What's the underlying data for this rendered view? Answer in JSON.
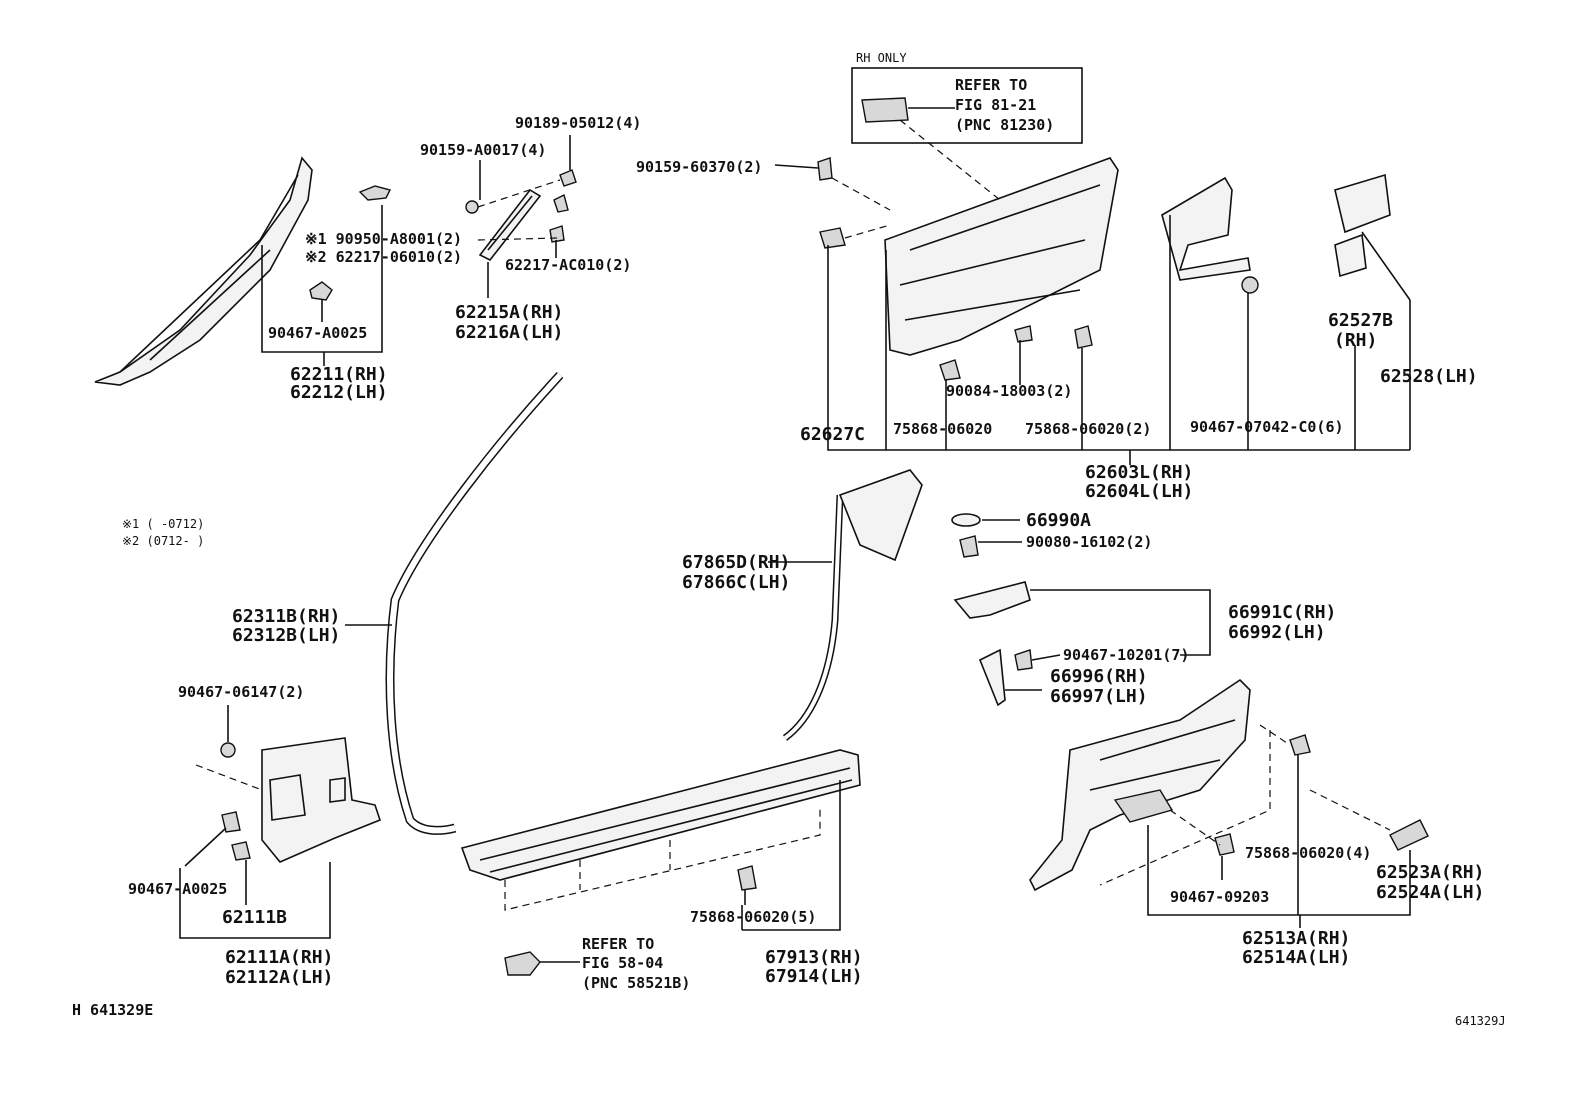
{
  "figure_ids": {
    "bottom_left": "H  641329E",
    "bottom_right": "641329J"
  },
  "notes": {
    "n1": "※1 (     -0712)",
    "n2": "※2 (0712-     )",
    "rh_only": "RH ONLY"
  },
  "refer_boxes": {
    "top": [
      "REFER TO",
      "FIG 81-21",
      "(PNC 81230)"
    ],
    "bottom": [
      "REFER TO",
      "FIG 58-04",
      "(PNC 58521B)"
    ]
  },
  "labels": {
    "p90189": "90189-05012(4)",
    "p90159a": "90159-A0017(4)",
    "p90950": "※1 90950-A8001(2)",
    "p62217a": "※2 62217-06010(2)",
    "p62217b": "62217-AC010(2)",
    "p90467a0025a": "90467-A0025",
    "p62215": "62215A(RH)",
    "p62216": "62216A(LH)",
    "p62211": "62211(RH)",
    "p62212": "62212(LH)",
    "p90159_60370": "90159-60370(2)",
    "p90084": "90084-18003(2)",
    "p62627": "62627C",
    "p75868a": "75868-06020",
    "p75868b": "75868-06020(2)",
    "p90467_07042": "90467-07042-C0(6)",
    "p62527": "62527B",
    "p62527rh": "(RH)",
    "p62528": "62528(LH)",
    "p62603": "62603L(RH)",
    "p62604": "62604L(LH)",
    "p66990": "66990A",
    "p90080": "90080-16102(2)",
    "p67865": "67865D(RH)",
    "p67866": "67866C(LH)",
    "p66991": "66991C(RH)",
    "p66992": "66992(LH)",
    "p90467_10201": "90467-10201(7)",
    "p66996": "66996(RH)",
    "p66997": "66997(LH)",
    "p62311": "62311B(RH)",
    "p62312": "62312B(LH)",
    "p90467_06147": "90467-06147(2)",
    "p90467a0025b": "90467-A0025",
    "p62111b": "62111B",
    "p62111a": "62111A(RH)",
    "p62112a": "62112A(LH)",
    "p75868c": "75868-06020(5)",
    "p67913": "67913(RH)",
    "p67914": "67914(LH)",
    "p75868d": "75868-06020(4)",
    "p90467_09203": "90467-09203",
    "p62523": "62523A(RH)",
    "p62524": "62524A(LH)",
    "p62513": "62513A(RH)",
    "p62514": "62514A(LH)"
  }
}
